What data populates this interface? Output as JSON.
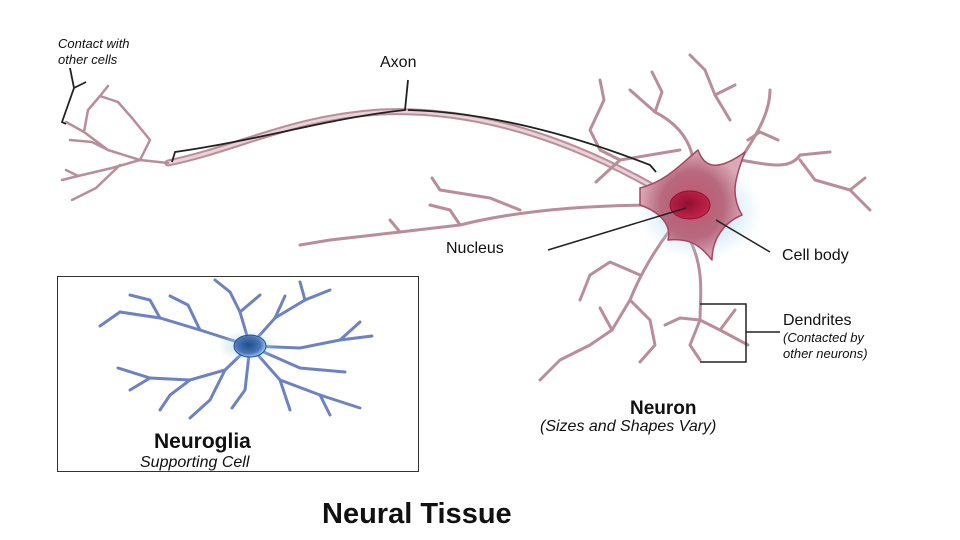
{
  "title": "Neural Tissue",
  "labels": {
    "contact_line1": "Contact with",
    "contact_line2": "other cells",
    "axon": "Axon",
    "nucleus": "Nucleus",
    "cell_body": "Cell body",
    "dendrites": "Dendrites",
    "dendrites_note1": "(Contacted by",
    "dendrites_note2": "other neurons)"
  },
  "neuron": {
    "name": "Neuron",
    "caption": "(Sizes and Shapes Vary)"
  },
  "neuroglia": {
    "name": "Neuroglia",
    "caption": "Supporting Cell"
  },
  "colors": {
    "neuron_body": "#a8455e",
    "neuron_fiber": "#c9a3ad",
    "nucleus": "#b8173f",
    "glia_fiber": "#6d82c2",
    "glia_body": "#3f63a8",
    "glow": "#a9d4ef"
  }
}
